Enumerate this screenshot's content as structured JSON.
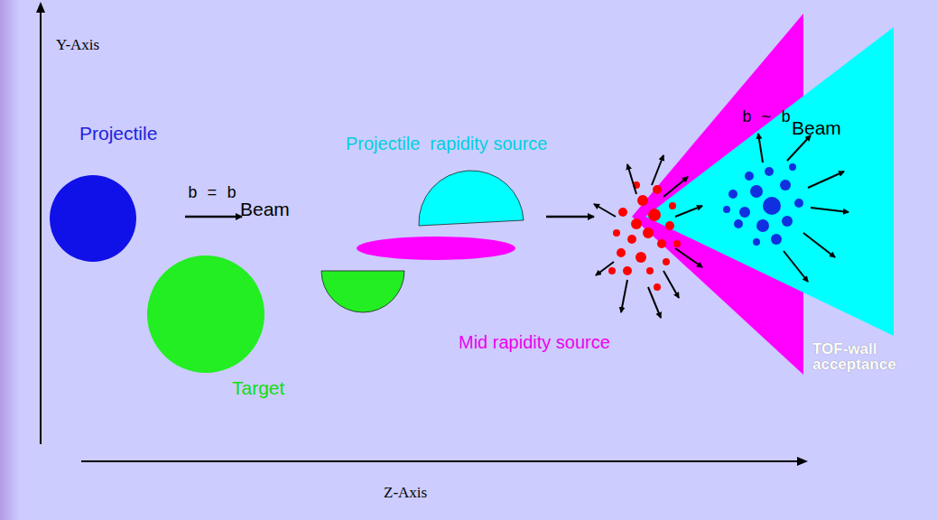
{
  "diagram": {
    "labels": [
      "Y-Axis",
      "Projectile",
      "b = b",
      "Beam",
      "Projectile  rapidity source",
      "b ~ b",
      "Beam",
      "Mid rapidity source",
      "Target",
      "TOF-wall acceptance",
      "Z-Axis"
    ]
  }
}
